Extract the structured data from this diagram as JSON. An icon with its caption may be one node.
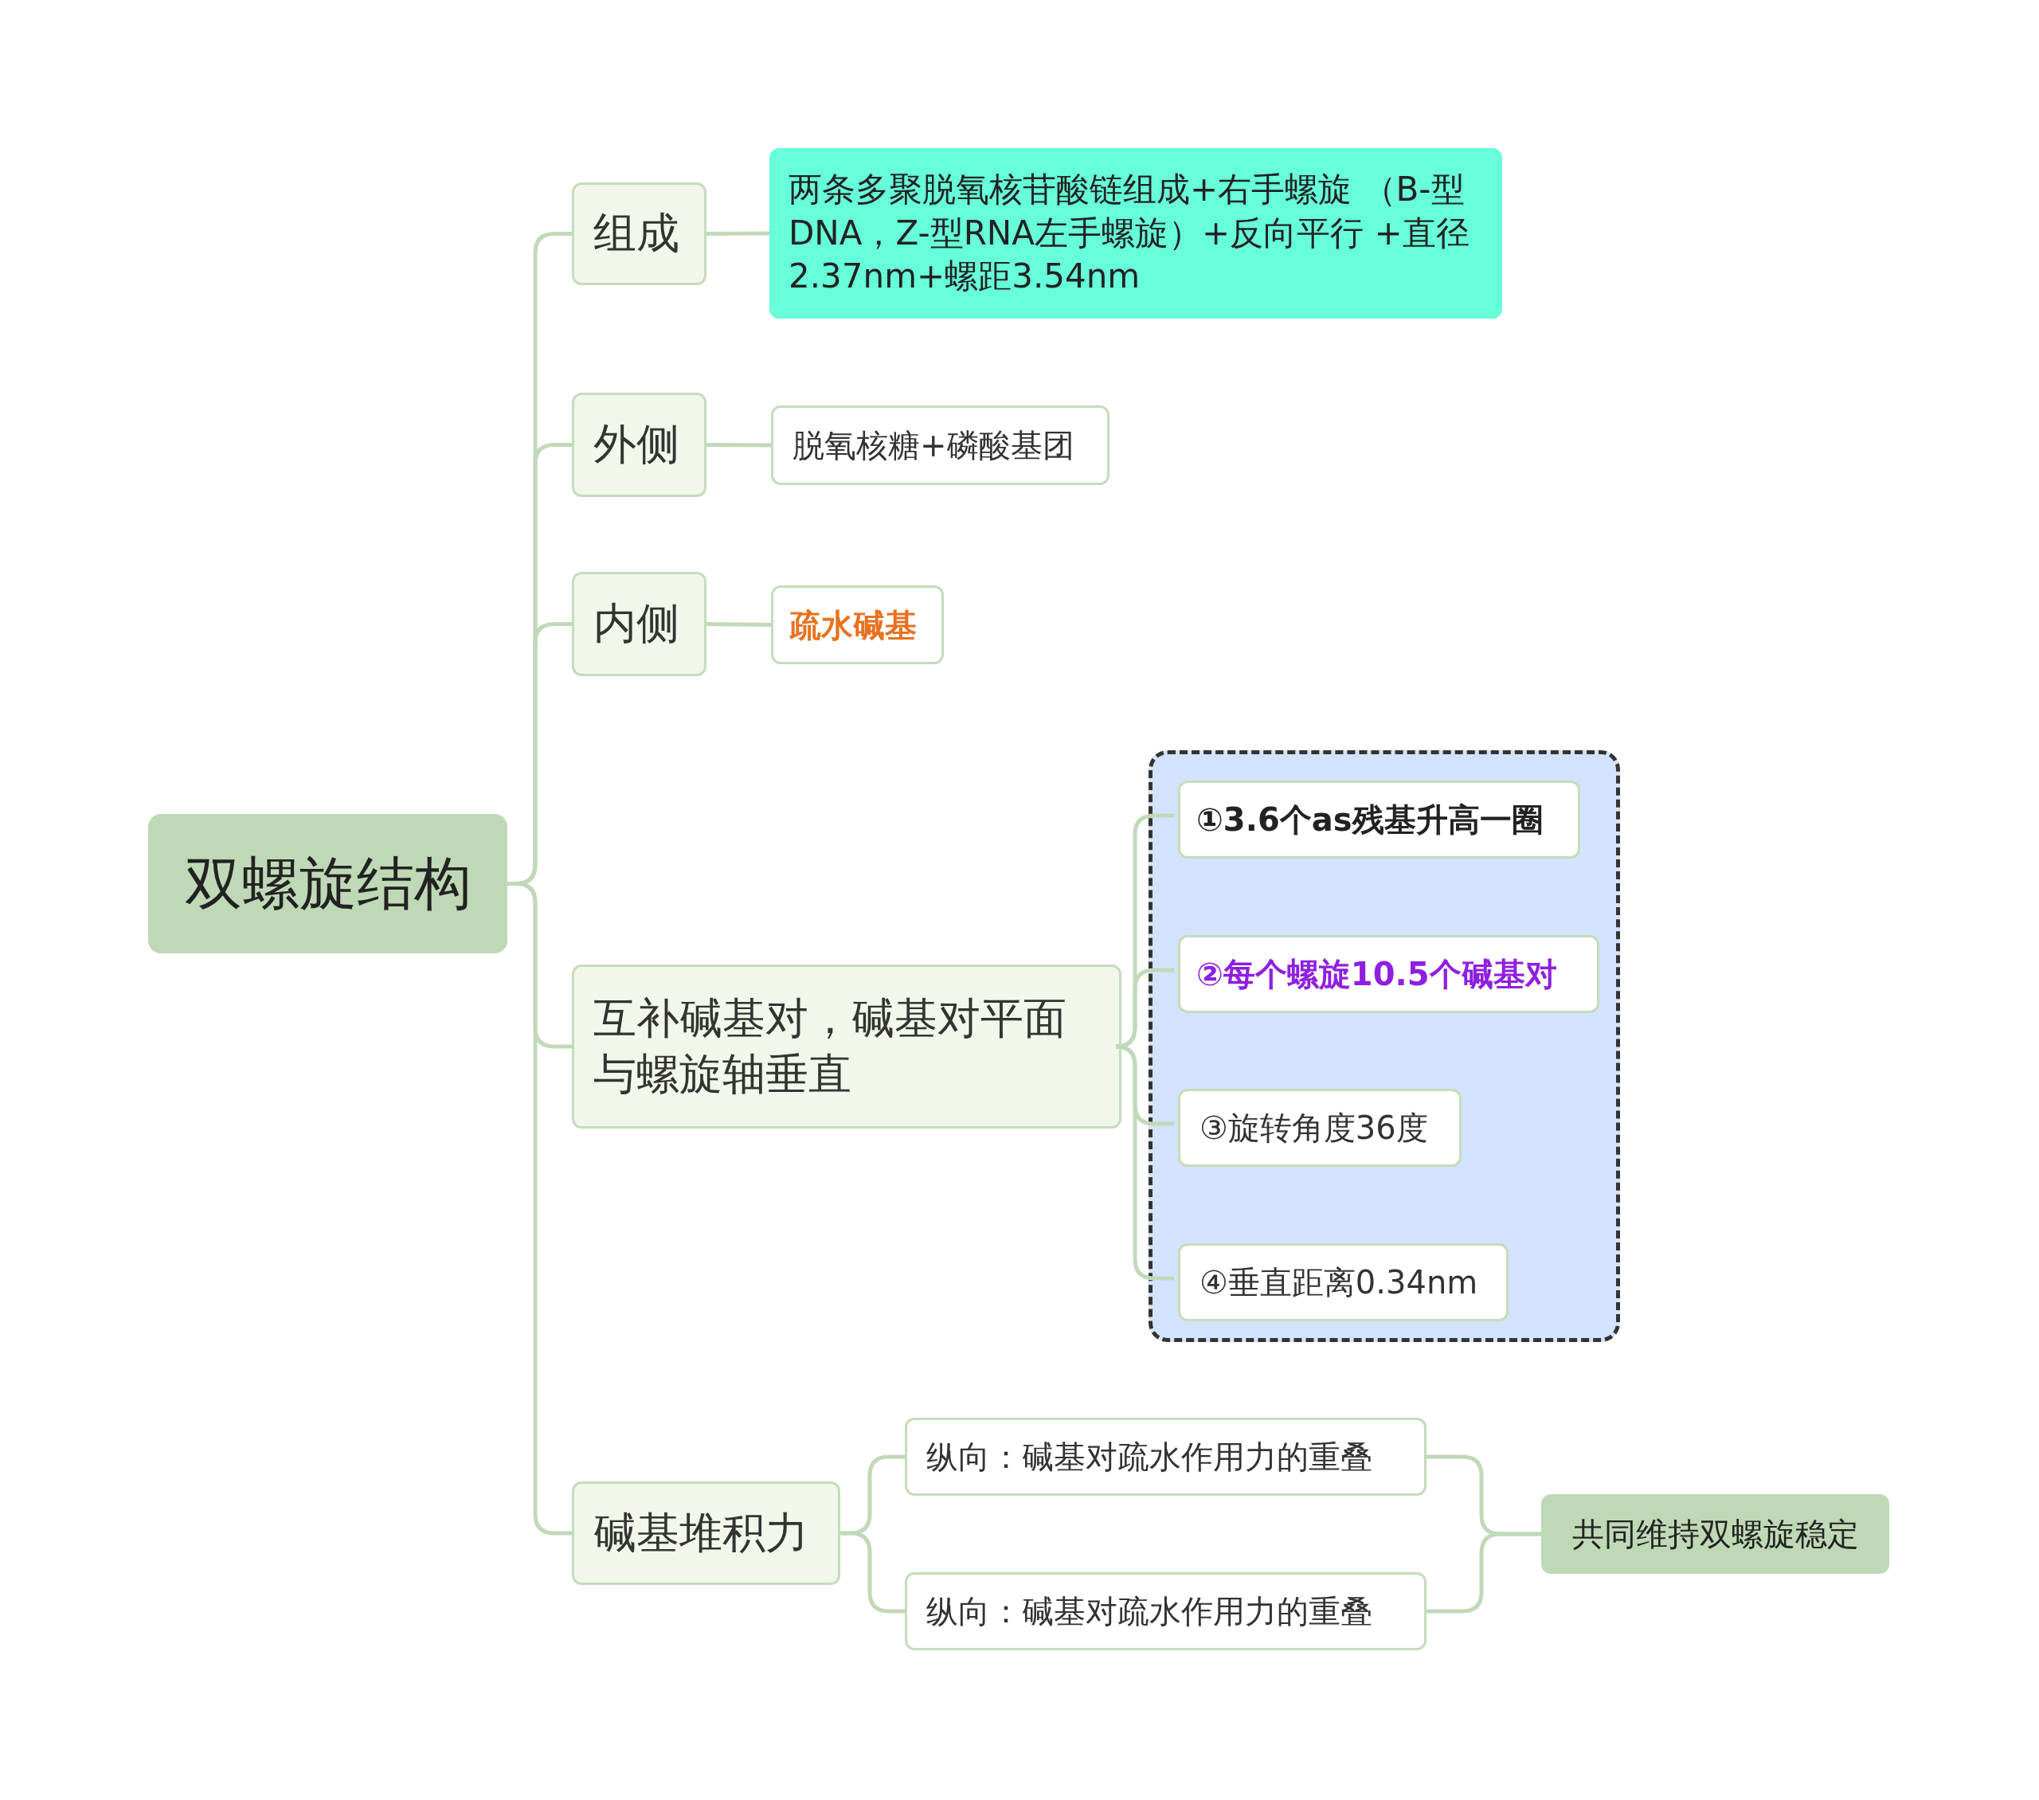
{
  "diagram": {
    "nodes": [
      {
        "text": [
          "双螺旋结构"
        ]
      },
      {
        "text": [
          "组成"
        ]
      },
      {
        "text": [
          "两条多聚脱氧核苷酸链组成+右手螺旋 （B-型DNA，Z-型RNA左手螺旋）+反向平行 +直径2.37nm+螺距3.54nm"
        ]
      },
      {
        "text": [
          "外侧"
        ]
      },
      {
        "text": [
          "脱氧核糖+磷酸基团"
        ]
      },
      {
        "text": [
          "内侧"
        ]
      },
      {
        "text": [
          "疏水碱基"
        ]
      },
      {
        "text": [
          "互补碱基对，碱基对平面与螺旋轴垂直"
        ]
      },
      {
        "text": [],
        "shape": "box"
      },
      {
        "text": [
          "①3.6个as残基升高一圈"
        ],
        "in": 8
      },
      {
        "text": [
          "②每个螺旋10.5个碱基对"
        ],
        "in": 8
      },
      {
        "text": [
          "③旋转角度36度"
        ],
        "in": 8
      },
      {
        "text": [
          "④垂直距离0.34nm"
        ],
        "in": 8
      },
      {
        "text": [
          "碱基堆积力"
        ]
      },
      {
        "text": [
          "纵向：碱基对疏水作用力的重叠"
        ]
      },
      {
        "text": [
          "纵向：碱基对疏水作用力的重叠"
        ]
      },
      {
        "text": [
          "共同维持双螺旋稳定"
        ]
      }
    ],
    "edges": [
      {
        "from": 0,
        "to": 1,
        "arrow": "none"
      },
      {
        "from": 0,
        "to": 3,
        "arrow": "none"
      },
      {
        "from": 0,
        "to": 5,
        "arrow": "none"
      },
      {
        "from": 0,
        "to": 7,
        "arrow": "none"
      },
      {
        "from": 0,
        "to": 13,
        "arrow": "none"
      },
      {
        "from": 1,
        "to": 2,
        "arrow": "none"
      },
      {
        "from": 3,
        "to": 4,
        "arrow": "none"
      },
      {
        "from": 5,
        "to": 6,
        "arrow": "none"
      },
      {
        "from": 7,
        "to": 9,
        "arrow": "none"
      },
      {
        "from": 7,
        "to": 10,
        "arrow": "none"
      },
      {
        "from": 7,
        "to": 11,
        "arrow": "none"
      },
      {
        "from": 7,
        "to": 12,
        "arrow": "none"
      },
      {
        "from": 13,
        "to": 14,
        "arrow": "none"
      },
      {
        "from": 13,
        "to": 15,
        "arrow": "none"
      },
      {
        "from": 14,
        "to": 16,
        "arrow": "none"
      },
      {
        "from": 15,
        "to": 16,
        "arrow": "none"
      }
    ]
  }
}
